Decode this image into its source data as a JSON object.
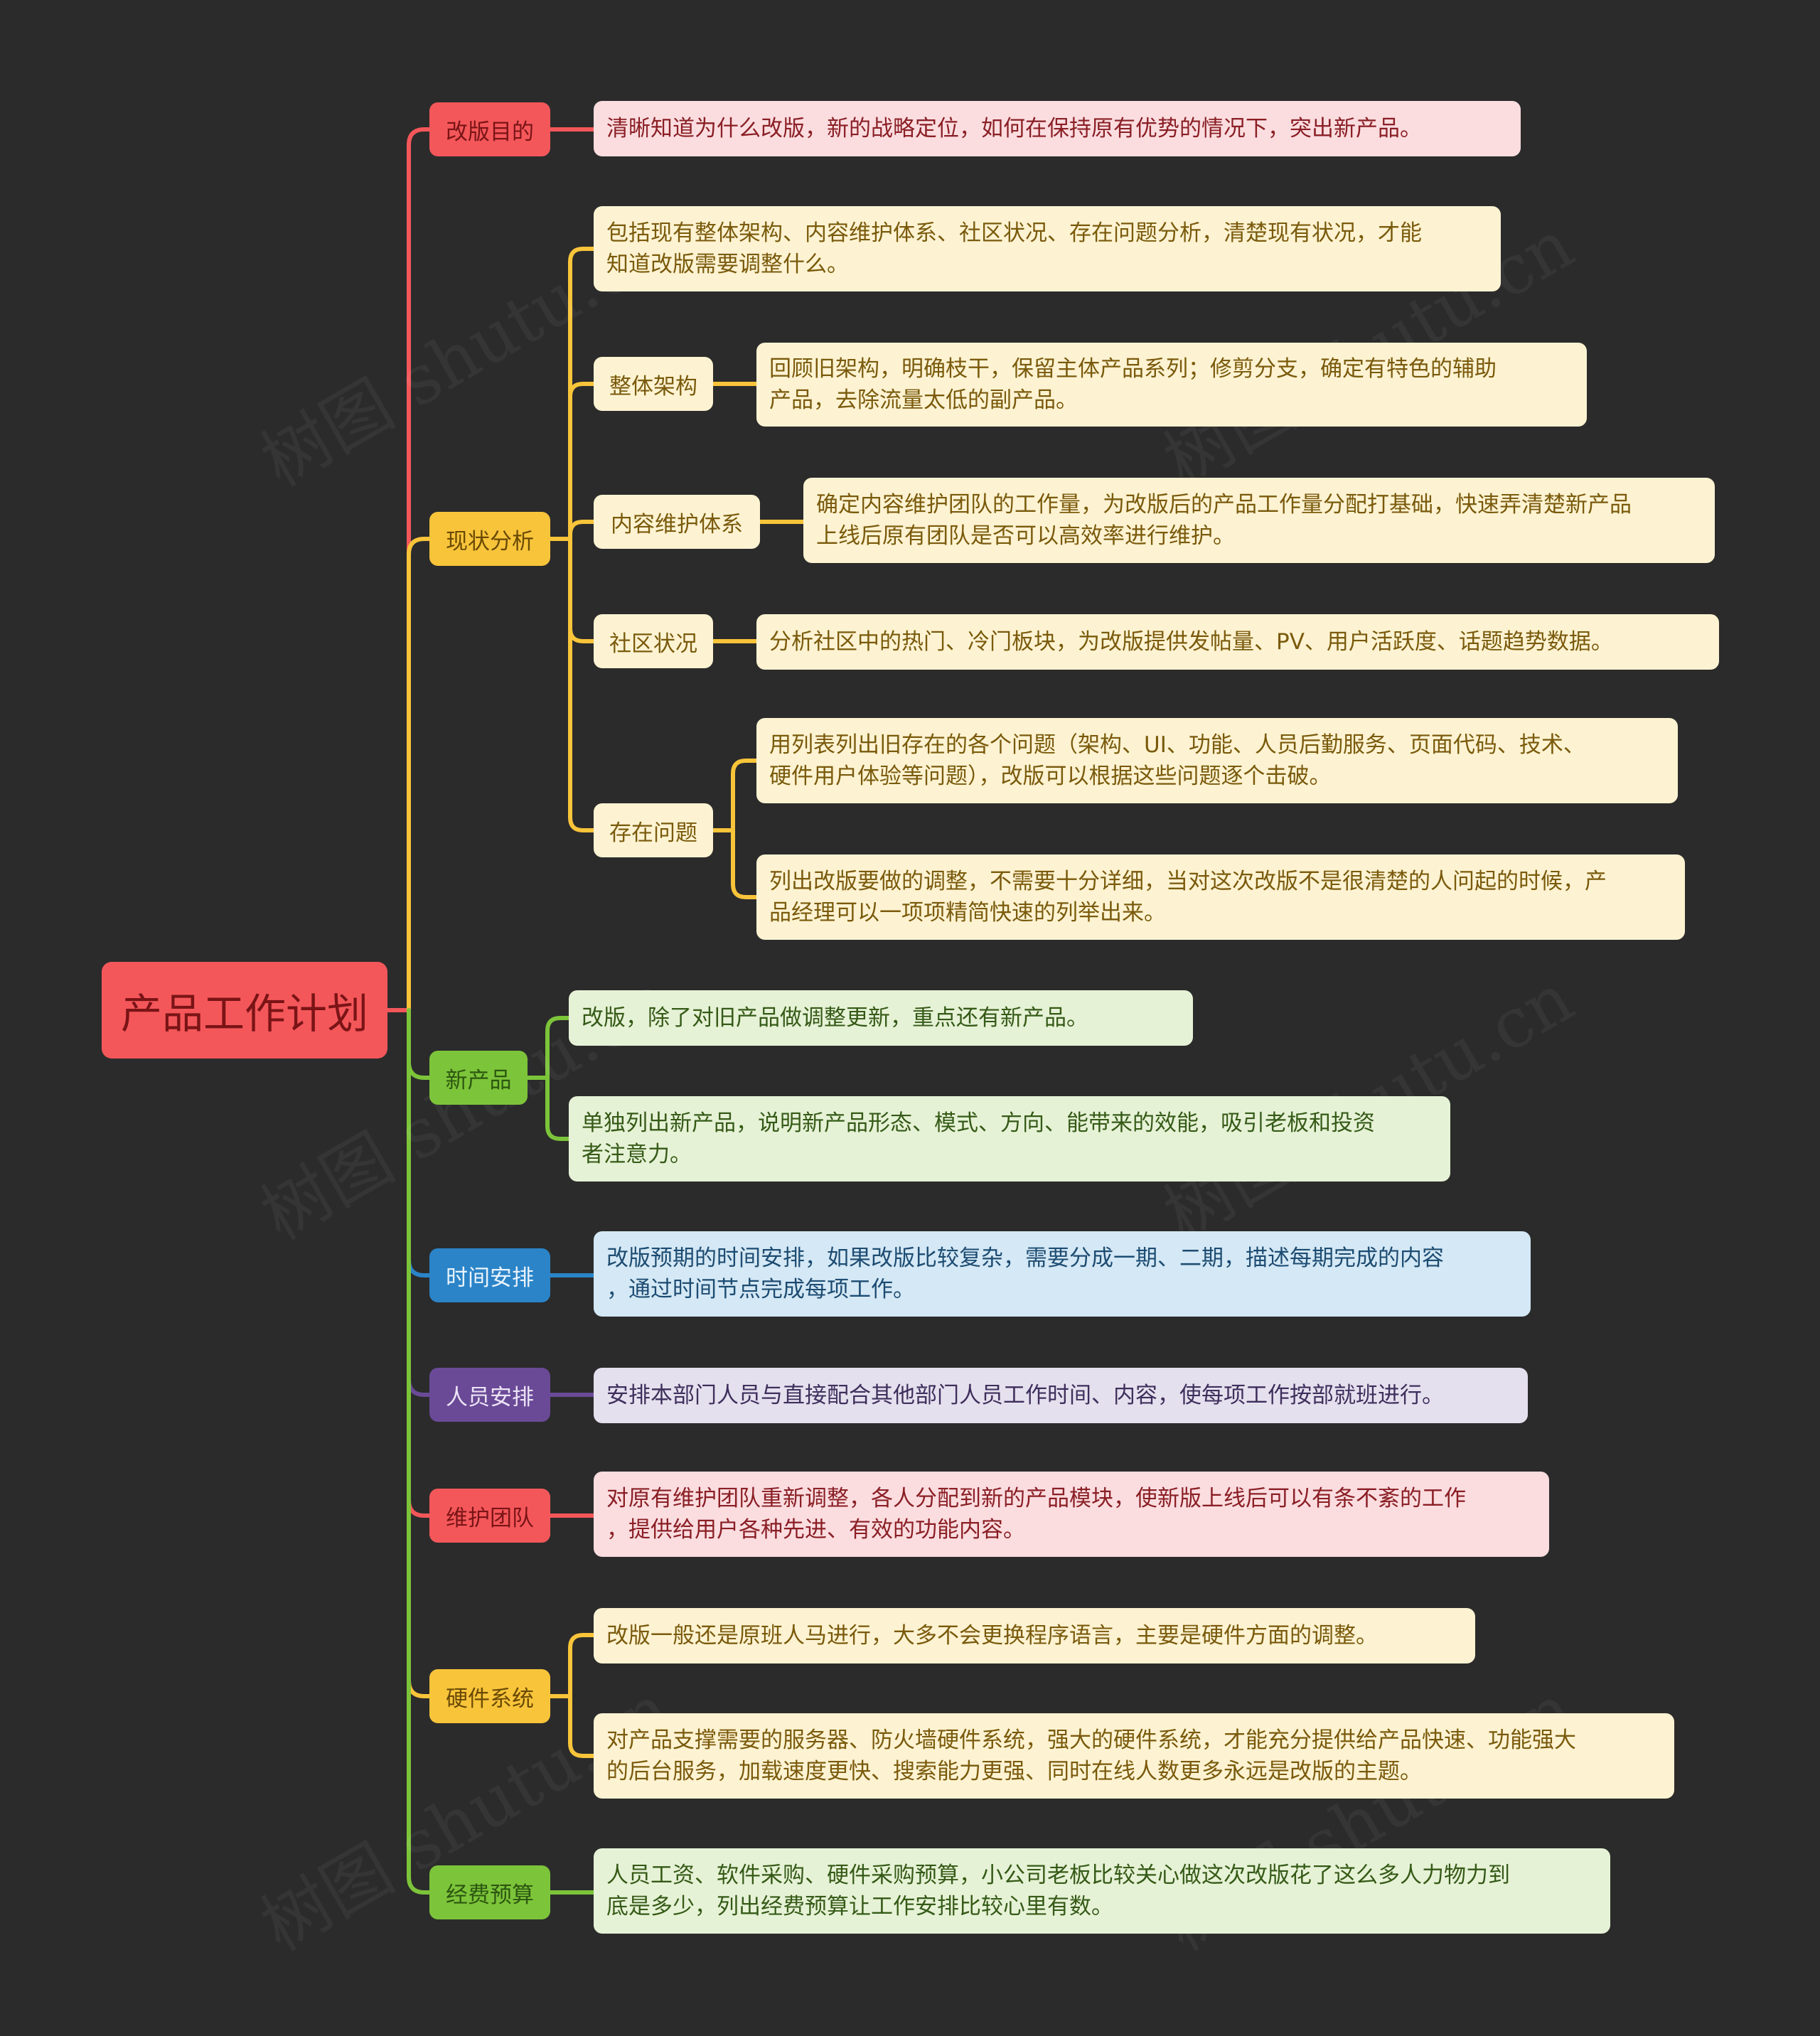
{
  "root": {
    "label": "产品工作计划",
    "color": "#f4575a"
  },
  "branches": [
    {
      "label": "改版目的",
      "color": "#f4575a",
      "leaves": [
        {
          "lines": [
            "清晰知道为什么改版，新的战略定位，如何在保持原有优势的情况下，突出新产品。"
          ]
        }
      ]
    },
    {
      "label": "现状分析",
      "color": "#f8c43a",
      "leaves": [
        {
          "lines": [
            "包括现有整体架构、内容维护体系、社区状况、存在问题分析，清楚现有状况，才能",
            "知道改版需要调整什么。"
          ]
        }
      ],
      "children": [
        {
          "label": "整体架构",
          "leaves": [
            {
              "lines": [
                "回顾旧架构，明确枝干，保留主体产品系列；修剪分支，确定有特色的辅助",
                "产品，去除流量太低的副产品。"
              ]
            }
          ]
        },
        {
          "label": "内容维护体系",
          "leaves": [
            {
              "lines": [
                "确定内容维护团队的工作量，为改版后的产品工作量分配打基础，快速弄清楚新产品",
                "上线后原有团队是否可以高效率进行维护。"
              ]
            }
          ]
        },
        {
          "label": "社区状况",
          "leaves": [
            {
              "lines": [
                "分析社区中的热门、冷门板块，为改版提供发帖量、PV、用户活跃度、话题趋势数据。"
              ]
            }
          ]
        },
        {
          "label": "存在问题",
          "leaves": [
            {
              "lines": [
                "用列表列出旧存在的各个问题（架构、UI、功能、人员后勤服务、页面代码、技术、",
                "硬件用户体验等问题），改版可以根据这些问题逐个击破。"
              ]
            },
            {
              "lines": [
                "列出改版要做的调整，不需要十分详细，当对这次改版不是很清楚的人问起的时候，产",
                "品经理可以一项项精简快速的列举出来。"
              ]
            }
          ]
        }
      ]
    },
    {
      "label": "新产品",
      "color": "#7cc43a",
      "leaves": [
        {
          "lines": [
            "改版，除了对旧产品做调整更新，重点还有新产品。"
          ]
        },
        {
          "lines": [
            "单独列出新产品，说明新产品形态、模式、方向、能带来的效能，吸引老板和投资",
            "者注意力。"
          ]
        }
      ]
    },
    {
      "label": "时间安排",
      "color": "#2b84c8",
      "leaves": [
        {
          "lines": [
            "改版预期的时间安排，如果改版比较复杂，需要分成一期、二期，描述每期完成的内容",
            "，通过时间节点完成每项工作。"
          ]
        }
      ]
    },
    {
      "label": "人员安排",
      "color": "#6a4a96",
      "leaves": [
        {
          "lines": [
            "安排本部门人员与直接配合其他部门人员工作时间、内容，使每项工作按部就班进行。"
          ]
        }
      ]
    },
    {
      "label": "维护团队",
      "color": "#f4575a",
      "leaves": [
        {
          "lines": [
            "对原有维护团队重新调整，各人分配到新的产品模块，使新版上线后可以有条不紊的工作",
            "，提供给用户各种先进、有效的功能内容。"
          ]
        }
      ]
    },
    {
      "label": "硬件系统",
      "color": "#f8c43a",
      "leaves": [
        {
          "lines": [
            "改版一般还是原班人马进行，大多不会更换程序语言，主要是硬件方面的调整。"
          ]
        },
        {
          "lines": [
            "对产品支撑需要的服务器、防火墙硬件系统，强大的硬件系统，才能充分提供给产品快速、功能强大",
            "的后台服务，加载速度更快、搜索能力更强、同时在线人数更多永远是改版的主题。"
          ]
        }
      ]
    },
    {
      "label": "经费预算",
      "color": "#7cc43a",
      "leaves": [
        {
          "lines": [
            "人员工资、软件采购、硬件采购预算，小公司老板比较关心做这次改版花了这么多人力物力到",
            "底是多少，列出经费预算让工作安排比较心里有数。"
          ]
        }
      ]
    }
  ],
  "watermark": "树图 shutu.cn"
}
